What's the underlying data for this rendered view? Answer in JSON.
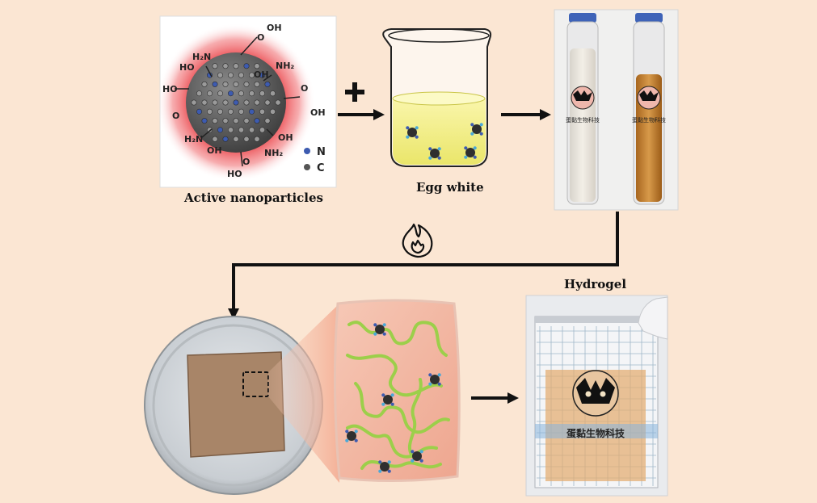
{
  "captions": {
    "nanoparticles": "Active nanoparticles",
    "egg_white": "Egg white",
    "hydrogel": "Hydrogel"
  },
  "nanoparticle_groups": {
    "cooh": "O",
    "oh": "OH",
    "ho": "HO",
    "nh2": "NH₂",
    "h2n": "H₂N"
  },
  "legend": {
    "n_label": "N",
    "c_label": "C",
    "n_color": "#3d5bb0",
    "c_color": "#555555"
  },
  "brand": {
    "name": "蛋黏生物科技"
  },
  "icons": [
    "plus-icon",
    "flame-icon",
    "arrow-right-icon",
    "arrow-down-icon"
  ],
  "colors": {
    "background": "#fbe6d3",
    "gel_pink": "#f2b7a4",
    "chain_green": "#9ccf4a",
    "egg_yellow": "#f4f08a"
  }
}
